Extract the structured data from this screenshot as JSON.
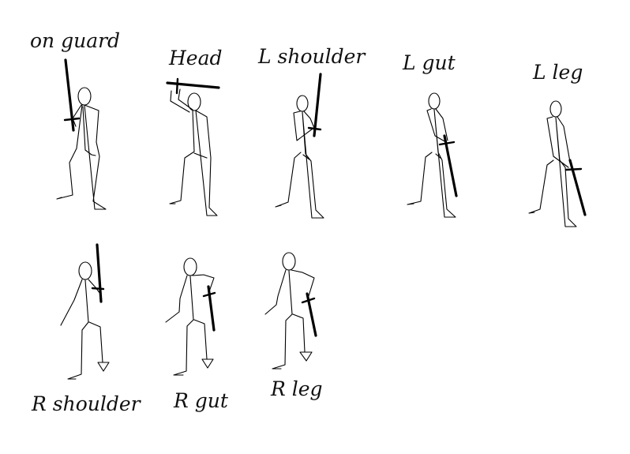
{
  "labels": {
    "on_guard": "on guard",
    "head": "Head",
    "l_shoulder": "L shoulder",
    "l_gut": "L gut",
    "l_leg": "L leg",
    "r_shoulder": "R shoulder",
    "r_gut": "R gut",
    "r_leg": "R leg"
  }
}
